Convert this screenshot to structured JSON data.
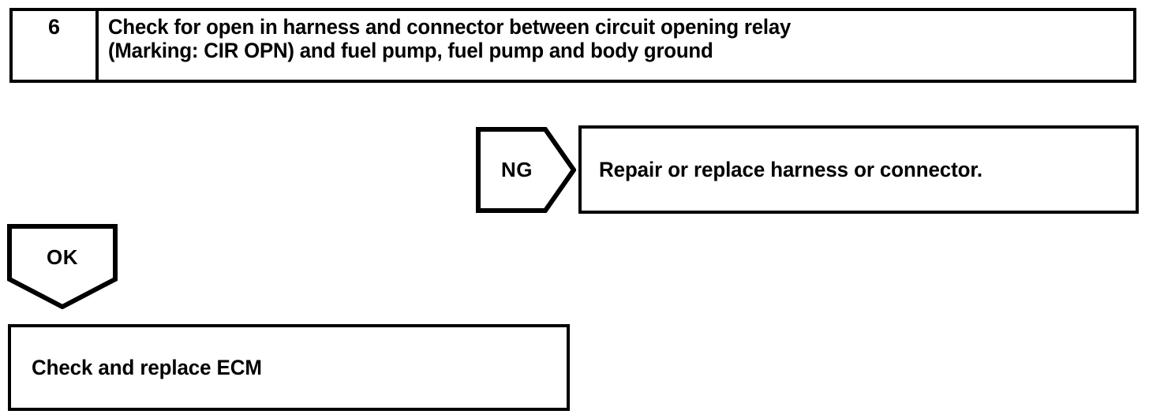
{
  "document": {
    "type": "automotive-diagnostic-flowchart",
    "ink_color": "#000000",
    "background_color": "#ffffff"
  },
  "step": {
    "number": "6",
    "line1": "Check for open in harness and connector between circuit opening relay",
    "line2": "(Marking: CIR OPN) and fuel pump, fuel pump and body ground"
  },
  "branches": {
    "ng": {
      "label": "NG",
      "result_text": "Repair or replace harness or connector."
    },
    "ok": {
      "label": "OK",
      "result_text": "Check and replace ECM"
    }
  }
}
